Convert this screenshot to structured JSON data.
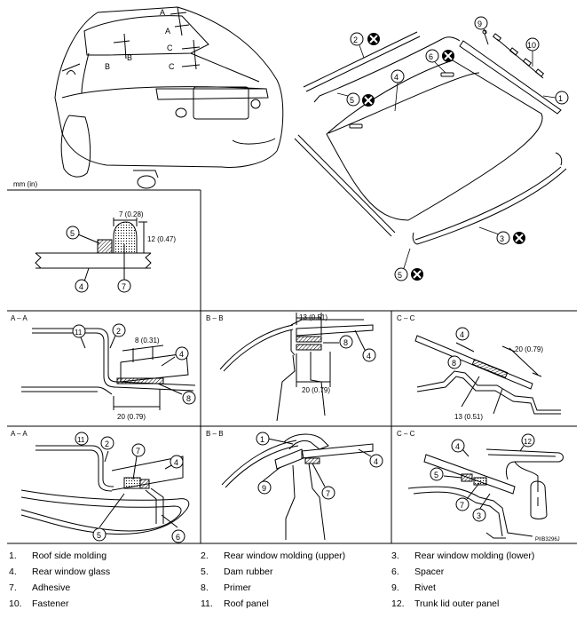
{
  "units": "mm (in)",
  "figure_id": "PIIB3296J",
  "overview": {
    "section_marks": {
      "a_top": "A",
      "a_bottom": "A",
      "b_left": "B",
      "b_right": "B",
      "c_top": "C",
      "c_bottom": "C"
    },
    "window_callouts": [
      "2",
      "5",
      "4",
      "6",
      "9",
      "10",
      "1",
      "3",
      "5"
    ]
  },
  "dam_detail": {
    "width_dim": "7 (0.28)",
    "height_dim": "12 (0.47)",
    "callouts": [
      "5",
      "4",
      "7"
    ]
  },
  "sections": {
    "aa": "A – A",
    "bb": "B – B",
    "cc": "C – C",
    "aa_top_dims": [
      "8 (0.31)",
      "20 (0.79)"
    ],
    "aa_top_callouts": [
      "11",
      "2",
      "4",
      "8"
    ],
    "bb_top_dims": [
      "13 (0.51)",
      "20 (0.79)"
    ],
    "bb_top_callouts": [
      "8",
      "4"
    ],
    "cc_top_dims": [
      "20 (0.79)",
      "13 (0.51)"
    ],
    "cc_top_callouts": [
      "4",
      "8"
    ],
    "aa_bottom_callouts": [
      "11",
      "2",
      "7",
      "4",
      "5",
      "6"
    ],
    "bb_bottom_callouts": [
      "1",
      "4",
      "9",
      "7"
    ],
    "cc_bottom_callouts": [
      "4",
      "12",
      "5",
      "7",
      "3"
    ]
  },
  "legend": [
    {
      "num": "1.",
      "label": "Roof side molding"
    },
    {
      "num": "2.",
      "label": "Rear window molding (upper)"
    },
    {
      "num": "3.",
      "label": "Rear window molding (lower)"
    },
    {
      "num": "4.",
      "label": "Rear window glass"
    },
    {
      "num": "5.",
      "label": "Dam rubber"
    },
    {
      "num": "6.",
      "label": "Spacer"
    },
    {
      "num": "7.",
      "label": "Adhesive"
    },
    {
      "num": "8.",
      "label": "Primer"
    },
    {
      "num": "9.",
      "label": "Rivet"
    },
    {
      "num": "10.",
      "label": "Fastener"
    },
    {
      "num": "11.",
      "label": "Roof panel"
    },
    {
      "num": "12.",
      "label": "Trunk lid outer panel"
    }
  ]
}
